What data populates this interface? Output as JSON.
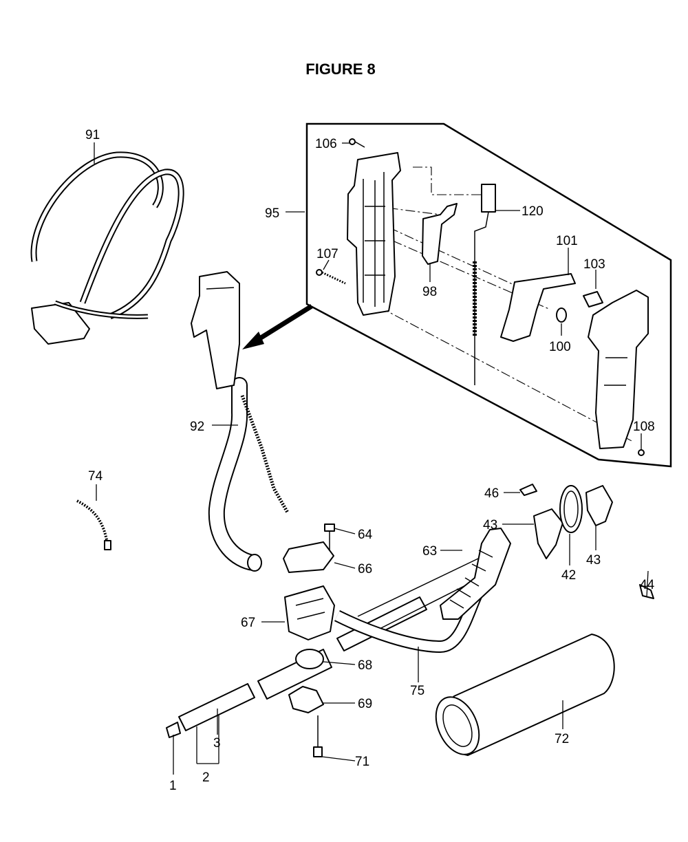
{
  "figure": {
    "title": "FIGURE 8"
  },
  "parts": {
    "p1": "1",
    "p2": "2",
    "p3": "3",
    "p42": "42",
    "p43a": "43",
    "p43b": "43",
    "p44": "44",
    "p46": "46",
    "p63": "63",
    "p64": "64",
    "p66": "66",
    "p67": "67",
    "p68": "68",
    "p69": "69",
    "p71": "71",
    "p72": "72",
    "p74": "74",
    "p75": "75",
    "p91": "91",
    "p92": "92",
    "p95": "95",
    "p98": "98",
    "p100": "100",
    "p101": "101",
    "p103": "103",
    "p106": "106",
    "p107": "107",
    "p108": "108",
    "p120": "120"
  }
}
